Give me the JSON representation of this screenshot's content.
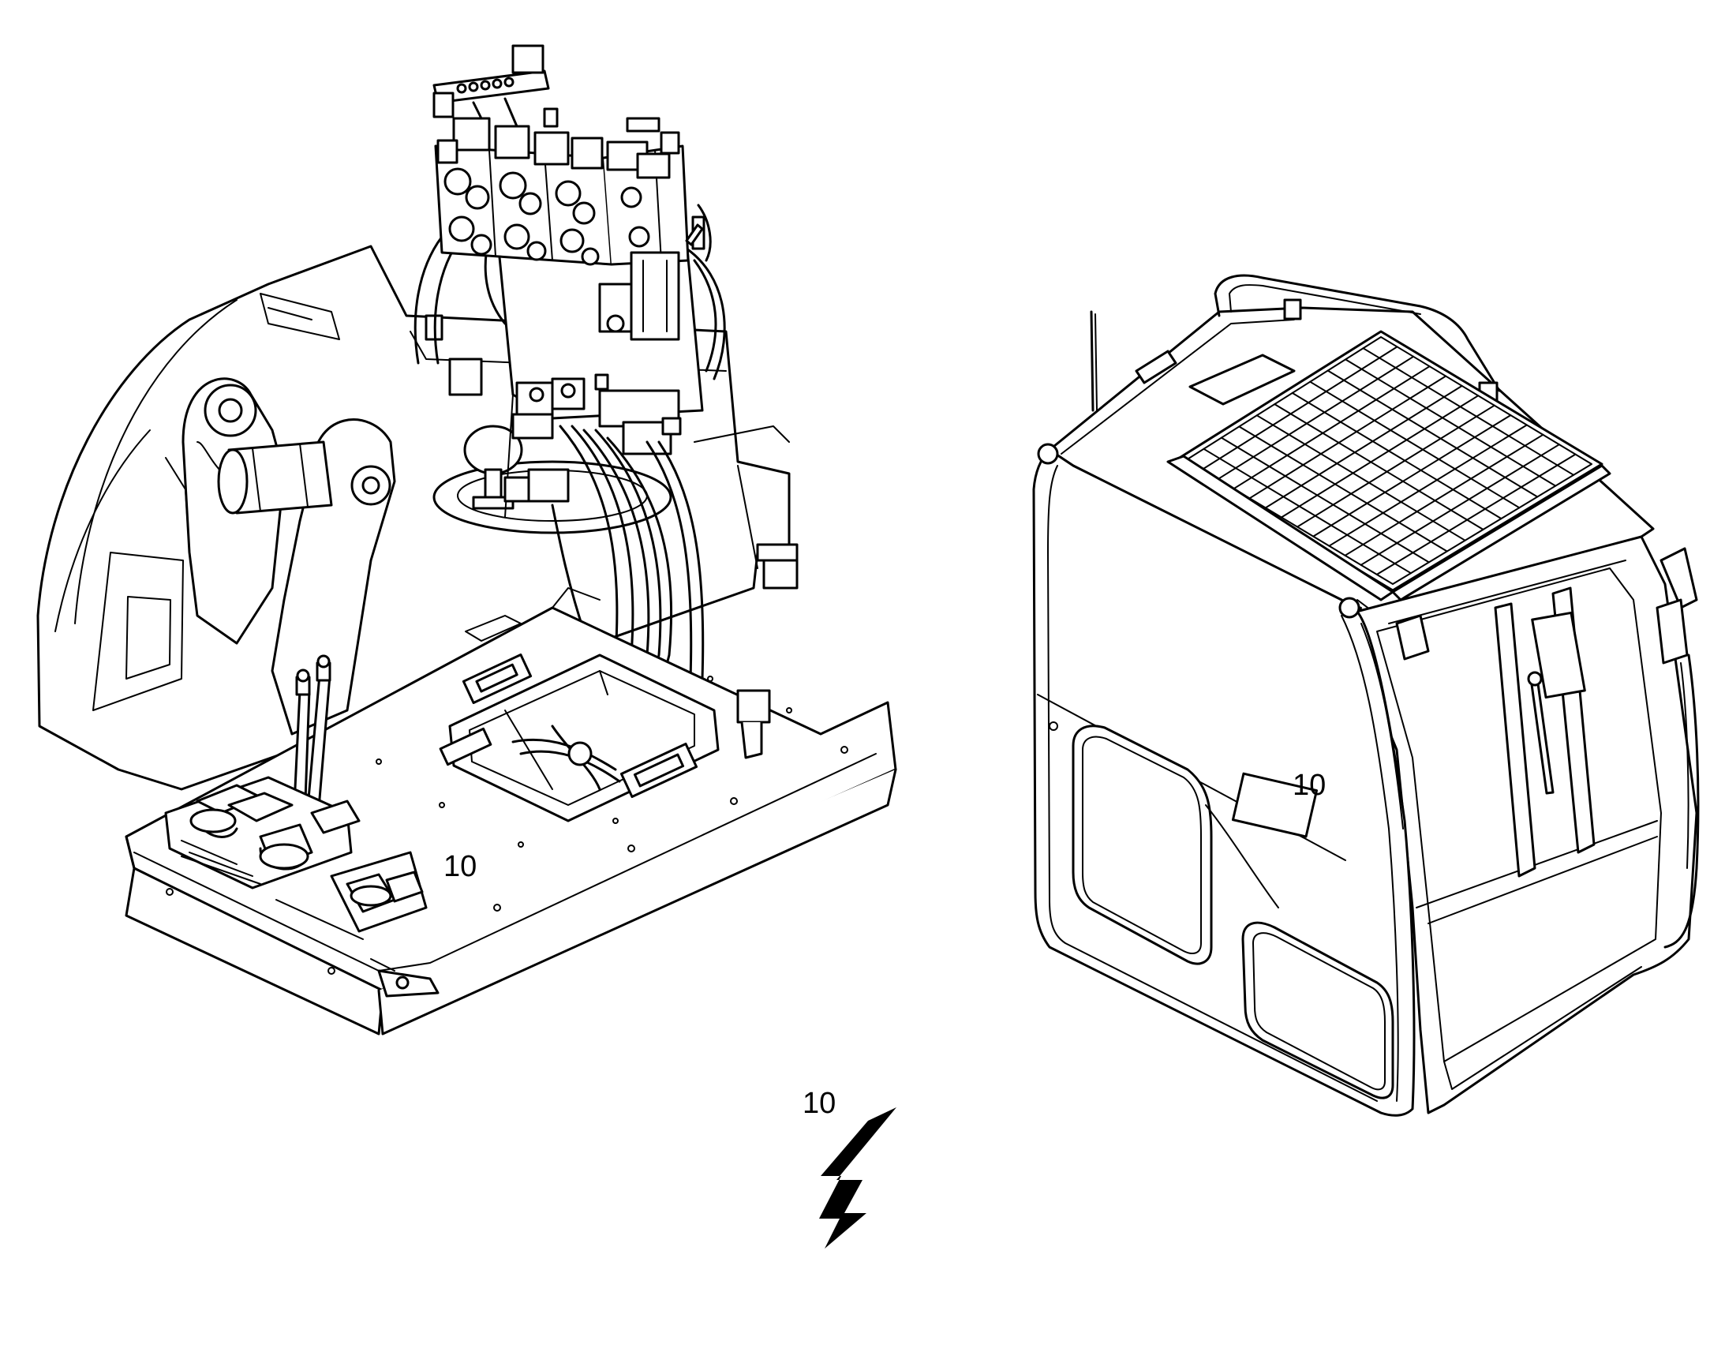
{
  "callouts": {
    "platform": "10",
    "cab": "10",
    "electrical": "10"
  },
  "icons": {
    "electrical_symbol": "lightning-bolt-icon"
  },
  "colors": {
    "line": "#000000",
    "background": "#ffffff"
  }
}
